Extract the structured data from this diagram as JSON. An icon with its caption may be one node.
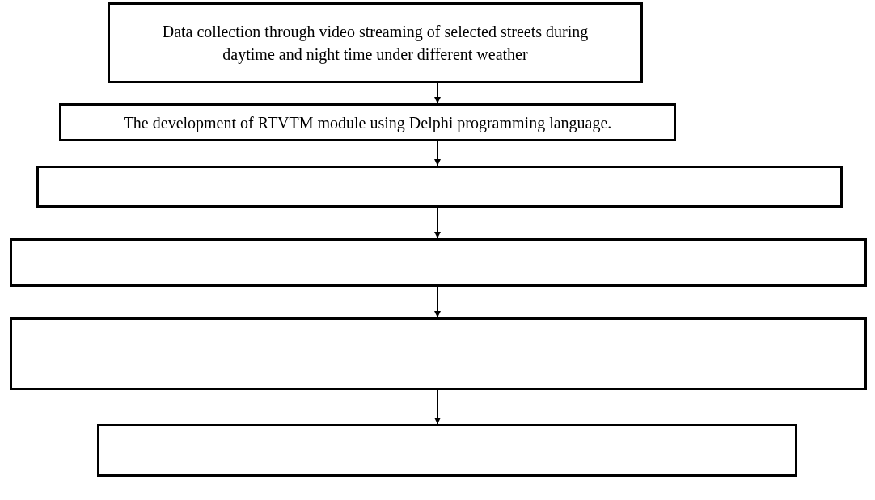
{
  "diagram": {
    "nodes": [
      {
        "text": [
          "Data collection through video streaming of selected streets during daytime and night time under different weather"
        ]
      },
      {
        "text": [
          "The development of RTVTM module using Delphi programming language."
        ]
      },
      {
        "text": [],
        "shape": "box"
      },
      {
        "text": [],
        "shape": "box"
      },
      {
        "text": [],
        "shape": "box"
      },
      {
        "text": [],
        "shape": "box"
      }
    ],
    "edges": [
      {
        "from": 0,
        "to": 1,
        "arrow": "to"
      },
      {
        "from": 1,
        "to": 2,
        "arrow": "to"
      },
      {
        "from": 2,
        "to": 3,
        "arrow": "to"
      },
      {
        "from": 3,
        "to": 4,
        "arrow": "to"
      },
      {
        "from": 4,
        "to": 5,
        "arrow": "to"
      }
    ]
  }
}
